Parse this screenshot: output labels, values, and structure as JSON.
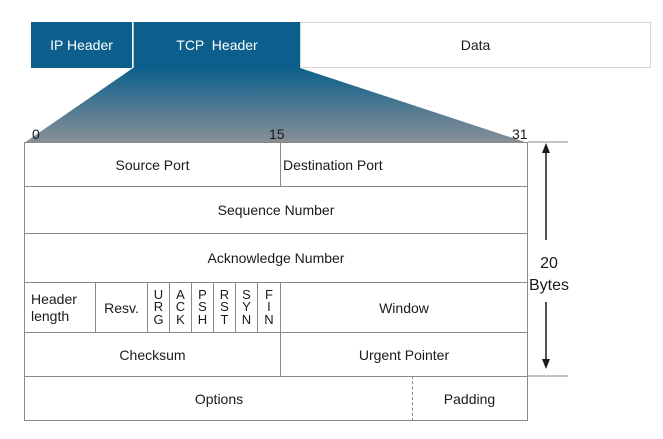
{
  "top_bar": {
    "ip_header": "IP Header",
    "tcp_header": "TCP  Header",
    "data": "Data"
  },
  "bit_labels": {
    "start": "0",
    "middle": "15",
    "end": "31"
  },
  "fields": {
    "source_port": "Source Port",
    "destination_port": "Destination Port",
    "sequence_number": "Sequence Number",
    "acknowledge_number": "Acknowledge Number",
    "header_length_1": "Header",
    "header_length_2": "length",
    "reserved": "Resv.",
    "flags": [
      {
        "name": "URG",
        "letters": [
          "U",
          "R",
          "G"
        ]
      },
      {
        "name": "ACK",
        "letters": [
          "A",
          "C",
          "K"
        ]
      },
      {
        "name": "PSH",
        "letters": [
          "P",
          "S",
          "H"
        ]
      },
      {
        "name": "RST",
        "letters": [
          "R",
          "S",
          "T"
        ]
      },
      {
        "name": "SYN",
        "letters": [
          "S",
          "Y",
          "N"
        ]
      },
      {
        "name": "FIN",
        "letters": [
          "F",
          "I",
          "N"
        ]
      }
    ],
    "window": "Window",
    "checksum": "Checksum",
    "urgent_pointer": "Urgent Pointer",
    "options": "Options",
    "padding": "Padding"
  },
  "size_indicator": {
    "value": "20",
    "unit": "Bytes"
  },
  "colors": {
    "header_blue": "#0c5f8c",
    "border": "#8a8a8a"
  }
}
